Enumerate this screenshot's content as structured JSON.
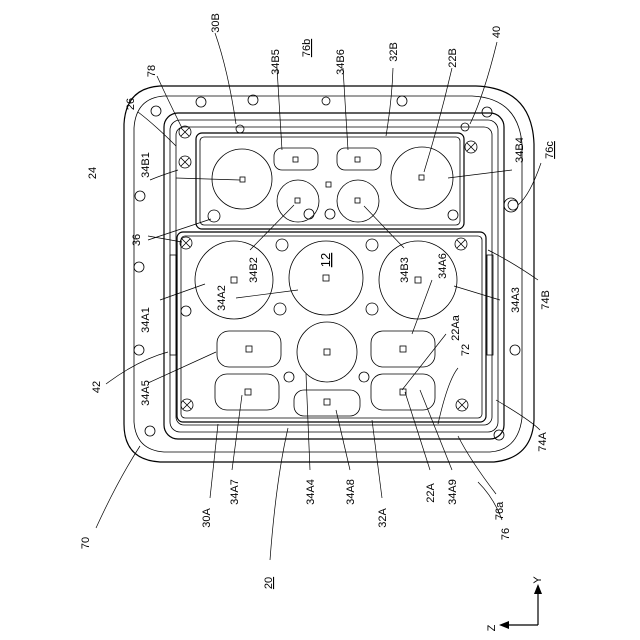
{
  "figure": {
    "labels": {
      "l70": "70",
      "l20": "20",
      "l30A": "30A",
      "l30B": "30B",
      "l40": "40",
      "l42": "42",
      "l24": "24",
      "l26": "26",
      "l78": "78",
      "l36": "36",
      "l12": "12",
      "l32A": "32A",
      "l32B": "32B",
      "l72": "72",
      "l74A": "74A",
      "l74B": "74B",
      "l76": "76",
      "l76a": "76a",
      "l76b": "76b",
      "l76c": "76c",
      "l22A": "22A",
      "l22Aa": "22Aa",
      "l22B": "22B",
      "l34A1": "34A1",
      "l34A2": "34A2",
      "l34A3": "34A3",
      "l34A4": "34A4",
      "l34A5": "34A5",
      "l34A6": "34A6",
      "l34A7": "34A7",
      "l34A8": "34A8",
      "l34A9": "34A9",
      "l34B1": "34B1",
      "l34B2": "34B2",
      "l34B3": "34B3",
      "l34B4": "34B4",
      "l34B5": "34B5",
      "l34B6": "34B6",
      "axisY": "Y",
      "axisZ": "Z"
    }
  }
}
